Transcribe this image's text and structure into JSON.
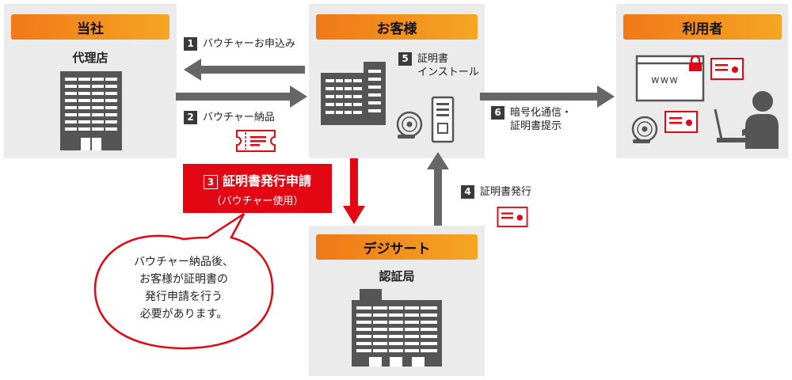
{
  "nodes": {
    "company": {
      "title": "当社",
      "subtitle": "代理店"
    },
    "customer": {
      "title": "お客様"
    },
    "user": {
      "title": "利用者"
    },
    "digicert": {
      "title": "デジサート",
      "subtitle": "認証局"
    }
  },
  "steps": [
    {
      "num": "1",
      "label": "バウチャーお申込み"
    },
    {
      "num": "2",
      "label": "バウチャー納品"
    },
    {
      "num": "3",
      "label": "証明書発行申請",
      "sub": "（バウチャー使用）"
    },
    {
      "num": "4",
      "label": "証明書発行"
    },
    {
      "num": "5",
      "label_line1": "証明書",
      "label_line2": "インストール"
    },
    {
      "num": "6",
      "label_line1": "暗号化通信・",
      "label_line2": "証明書提示"
    }
  ],
  "bubble": {
    "lines": [
      "バウチャー納品後、",
      "お客様が証明書の",
      "発行申請を行う",
      "必要があります。"
    ]
  },
  "browser": {
    "url_text": "www"
  },
  "colors": {
    "accent": "#e30613",
    "header_from": "#f07818",
    "header_to": "#f5a623",
    "panel": "#ebebeb",
    "arrow": "#666666"
  }
}
